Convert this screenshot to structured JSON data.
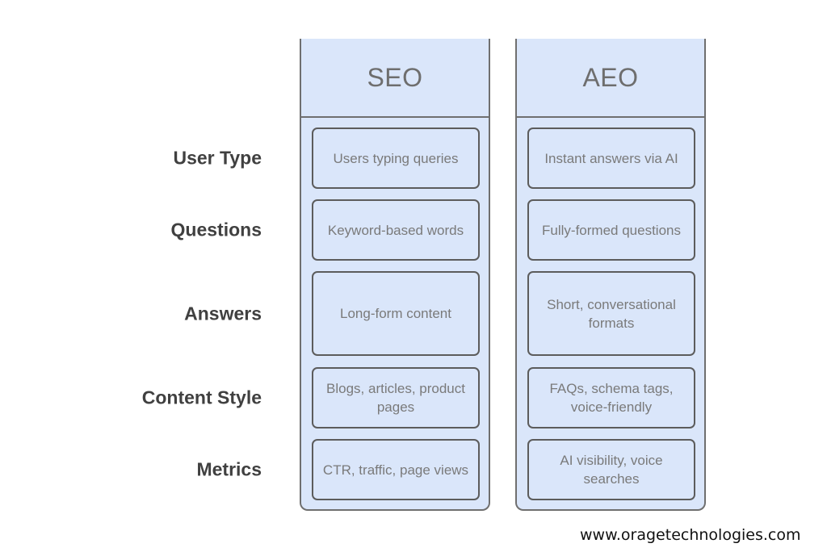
{
  "rows": [
    {
      "label": "User Type"
    },
    {
      "label": "Questions"
    },
    {
      "label": "Answers"
    },
    {
      "label": "Content Style"
    },
    {
      "label": "Metrics"
    }
  ],
  "columns": [
    {
      "title": "SEO",
      "cells": [
        "Users typing queries",
        "Keyword-based words",
        "Long-form content",
        "Blogs, articles, product pages",
        "CTR, traffic, page views"
      ]
    },
    {
      "title": "AEO",
      "cells": [
        "Instant answers via AI",
        "Fully-formed questions",
        "Short, conversational formats",
        "FAQs, schema tags, voice-friendly",
        "AI visibility, voice searches"
      ]
    }
  ],
  "footer": {
    "url": "www.oragetechnologies.com"
  },
  "colors": {
    "column_fill": "#dae6fa",
    "border": "#5c5c5c",
    "cell_text": "#7a7a7a",
    "label_text": "#404040"
  }
}
